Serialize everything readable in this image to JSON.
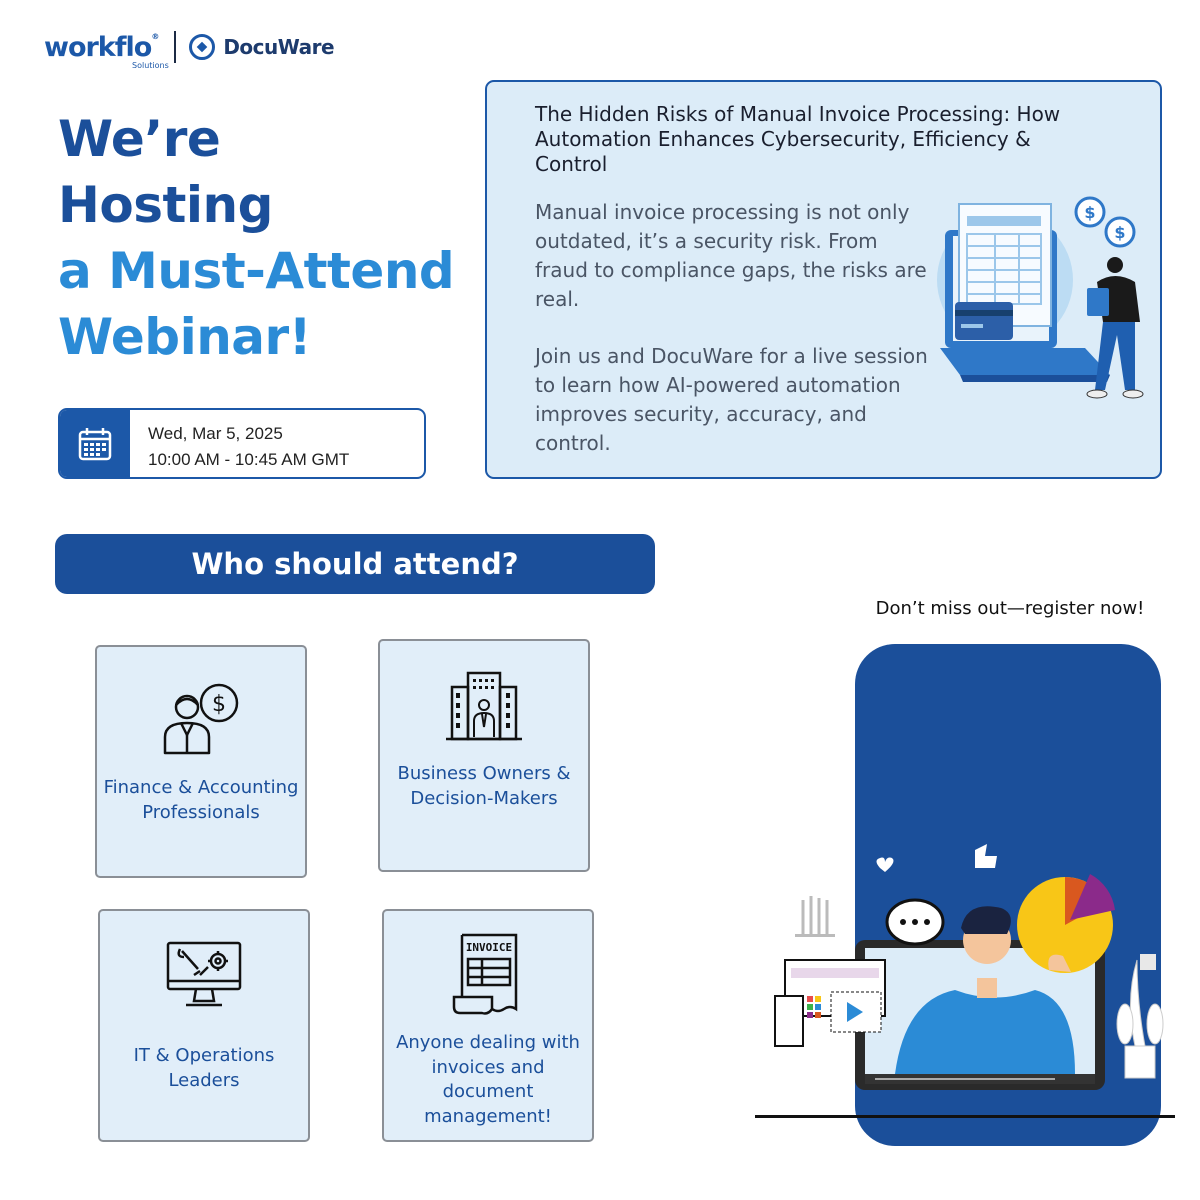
{
  "logo": {
    "workflo": "workflo",
    "workflo_sub": "Solutions",
    "docuware": "DocuWare"
  },
  "headline": {
    "line1": "We’re",
    "line2": "Hosting",
    "line3": "a Must-Attend",
    "line4": "Webinar!"
  },
  "event": {
    "date": "Wed, Mar 5, 2025",
    "time": "10:00 AM - 10:45 AM GMT"
  },
  "info": {
    "title": "The Hidden Risks of Manual Invoice Processing: How Automation Enhances Cybersecurity, Efficiency & Control",
    "paragraph1": "Manual invoice processing is not only outdated, it’s a security risk. From fraud to compliance gaps, the risks are real.",
    "paragraph2": "Join us and DocuWare for a live session to learn how AI-powered automation improves security, accuracy, and control."
  },
  "who": {
    "heading": "Who should attend?"
  },
  "audience": [
    {
      "label": "Finance & Accounting Professionals",
      "icon": "finance-person-dollar-icon"
    },
    {
      "label": "Business Owners & Decision-Makers",
      "icon": "office-building-icon"
    },
    {
      "label": "IT & Operations Leaders",
      "icon": "monitor-tools-icon"
    },
    {
      "label": "Anyone dealing with invoices and document management!",
      "icon": "invoice-document-icon"
    }
  ],
  "register": {
    "text": "Don’t miss out—register now!"
  },
  "colors": {
    "primary": "#1b4f9a",
    "accent": "#2b8bd6",
    "panel_bg": "#dcecf8",
    "card_bg": "#e1eef9"
  }
}
